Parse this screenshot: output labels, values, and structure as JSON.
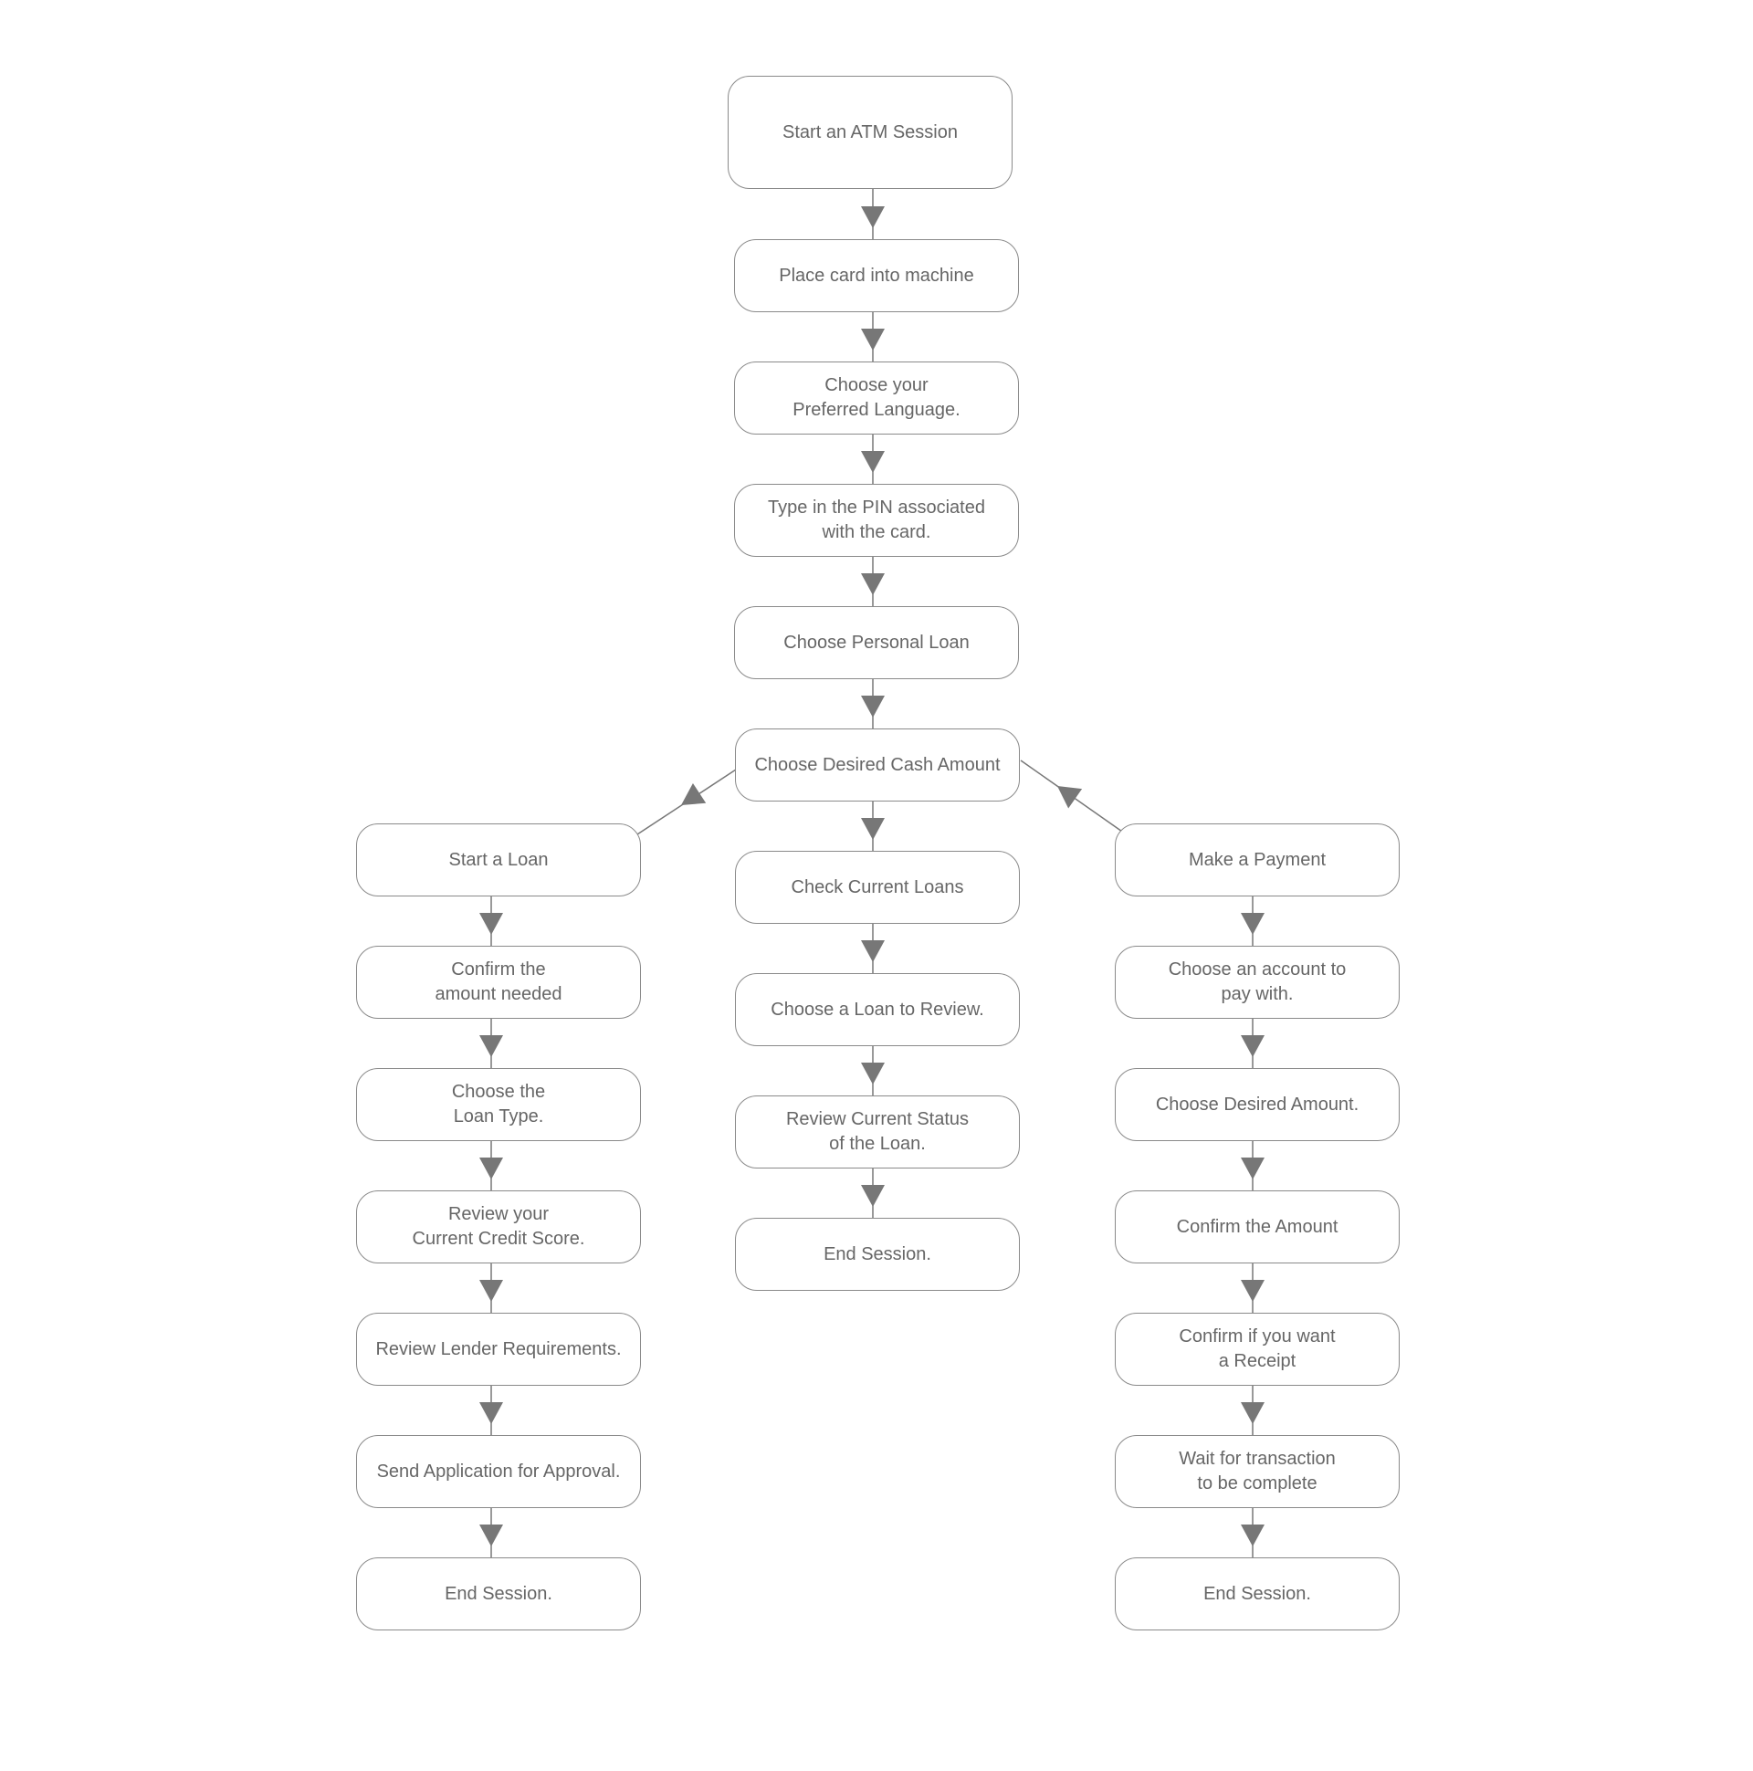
{
  "colors": {
    "node_border": "#8a8a8a",
    "node_text": "#666666",
    "connector": "#777777",
    "background": "#ffffff"
  },
  "diagram": {
    "root": {
      "start": "Start an ATM Session",
      "place_card": "Place card into machine",
      "language": "Choose your\nPreferred Language.",
      "pin": "Type in the PIN associated\nwith the card.",
      "personal_loan": "Choose Personal Loan",
      "cash_amount": "Choose Desired Cash Amount"
    },
    "left_branch": {
      "start_loan": "Start a Loan",
      "confirm_amount": "Confirm the\namount needed",
      "loan_type": "Choose the\nLoan Type.",
      "credit_score": "Review your\nCurrent Credit Score.",
      "lender_requirements": "Review Lender Requirements.",
      "send_application": "Send Application for Approval.",
      "end": "End Session."
    },
    "middle_branch": {
      "check_loans": "Check Current Loans",
      "choose_loan": "Choose a Loan to Review.",
      "review_status": "Review Current Status\nof the Loan.",
      "end": "End Session."
    },
    "right_branch": {
      "make_payment": "Make a Payment",
      "choose_account": "Choose an account to\npay with.",
      "desired_amount": "Choose Desired Amount.",
      "confirm_amount": "Confirm the Amount",
      "receipt": "Confirm if you want\na Receipt",
      "wait": "Wait for transaction\nto be complete",
      "end": "End Session."
    }
  }
}
